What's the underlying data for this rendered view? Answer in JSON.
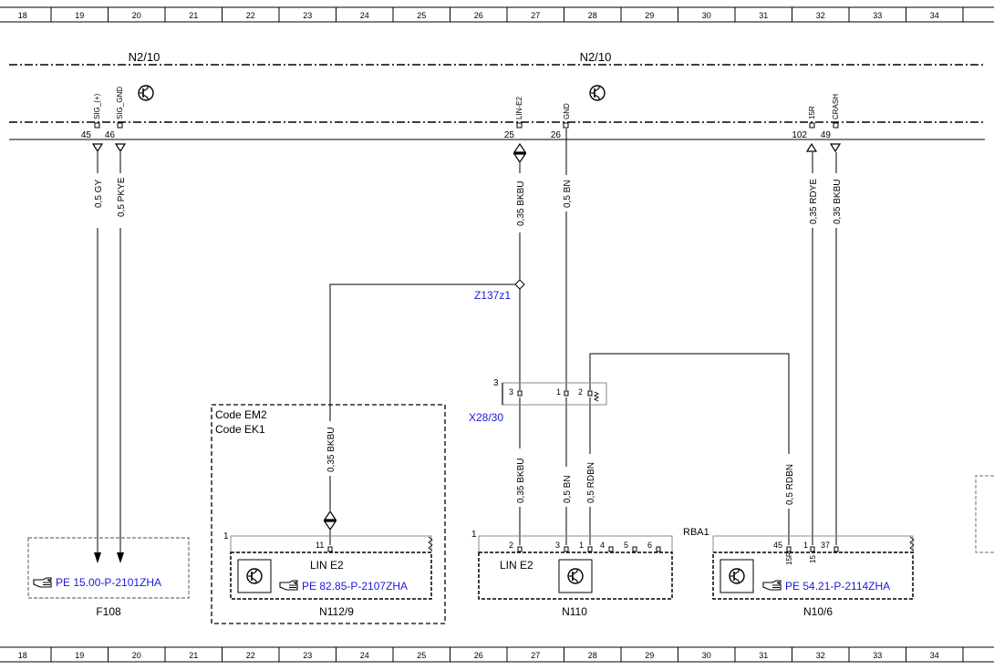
{
  "ruler": {
    "cols": [
      "18",
      "19",
      "20",
      "21",
      "22",
      "23",
      "24",
      "25",
      "26",
      "27",
      "28",
      "29",
      "30",
      "31",
      "32",
      "33",
      "34"
    ]
  },
  "units": {
    "left_label": "N2/10",
    "right_label": "N2/10"
  },
  "pins": {
    "sig_plus": {
      "name": "SIG_(+)",
      "num": "45",
      "wire": "0,5 GY"
    },
    "sig_gnd": {
      "name": "SIG_GND",
      "num": "46",
      "wire": "0,5 PKYE"
    },
    "lin_e2": {
      "name": "LIN-E2",
      "num": "25",
      "wire": "0,35 BKBU"
    },
    "gnd": {
      "name": "GND",
      "num": "26",
      "wire": "0,5 BN"
    },
    "p15r": {
      "name": "15R",
      "num": "102",
      "wire": "0,35 RDYE"
    },
    "crash": {
      "name": "CRASH",
      "num": "49",
      "wire": "0,35 BKBU"
    }
  },
  "splice": {
    "label": "Z137z1"
  },
  "connector": {
    "label": "X28/30",
    "index": "3",
    "pin3": "3",
    "pin1": "1",
    "pin2": "2",
    "wire_a": "0,35 BKBU",
    "wire_b": "0,5 BN",
    "wire_c": "0,5 RDBN"
  },
  "wire_rdbn_right": "0,5 RDBN",
  "code_box": {
    "line1": "Code EM2",
    "line2": "Code EK1",
    "wire": "0,35 BKBU"
  },
  "f108": {
    "ref": "PE 15.00-P-2101ZHA",
    "name": "F108"
  },
  "n112": {
    "index": "1",
    "pin": "11",
    "lin": "LIN E2",
    "ref": "PE 82.85-P-2107ZHA",
    "name": "N112/9"
  },
  "n110": {
    "index": "1",
    "pins": [
      "2",
      "3",
      "1",
      "4",
      "5",
      "6"
    ],
    "lin": "LIN E2",
    "name": "N110"
  },
  "n10": {
    "header": "RBA1",
    "pins": [
      "45",
      "1",
      "37"
    ],
    "pin_label": "15R",
    "pin_label2": "15",
    "ref": "PE 54.21-P-2114ZHA",
    "name": "N10/6"
  },
  "colors": {
    "reference": "#1a1ad9",
    "line": "#000000",
    "box_grey": "#8a8a8a"
  },
  "icons": [
    "reference-hand-icon",
    "control-unit-icon",
    "connector-icon"
  ]
}
